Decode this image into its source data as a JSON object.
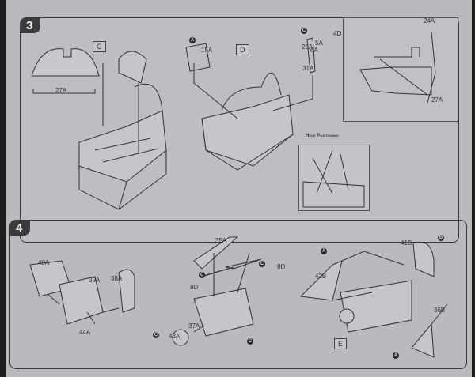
{
  "step3": {
    "number": "3",
    "callouts": {
      "c_box": "C",
      "d_box": "D",
      "p27a": "27A",
      "p15a": "15A",
      "p29a": "29A",
      "sprue_a": "A",
      "sprue_c": "C"
    },
    "inset": {
      "p24a": "24A",
      "p4d": "4D",
      "p5a": "5A",
      "p6a": "6A",
      "p31a": "31A",
      "p27a": "27A"
    },
    "hole_title": "Hole Positioning"
  },
  "step4": {
    "number": "4",
    "callouts": {
      "p40a": "40A",
      "p39a": "39A",
      "p38a": "38A",
      "p44a": "44A",
      "p35a": "35A",
      "p8d_left": "8D",
      "p8d_right": "8D",
      "p37a": "37A",
      "p43a": "43A",
      "p42b": "42B",
      "p41b": "41B",
      "p36b": "36B",
      "e_box": "E",
      "sprue_c1": "C",
      "sprue_c2": "C",
      "sprue_c3": "C",
      "sprue_c4": "C",
      "sprue_a1": "A",
      "sprue_a2": "A",
      "sprue_b": "B"
    }
  }
}
